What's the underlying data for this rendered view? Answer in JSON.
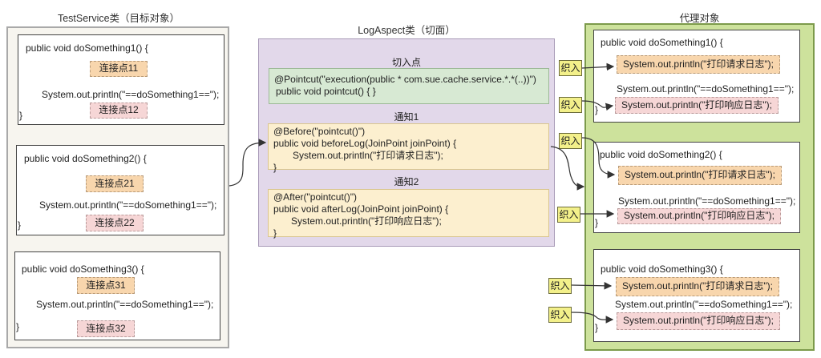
{
  "left": {
    "title": "TestService类（目标对象）",
    "methods": [
      {
        "signature": "public void doSomething1() {",
        "before_jp": "连接点11",
        "body": "System.out.println(\"==doSomething1==\");",
        "after_jp": "连接点12",
        "close": "}"
      },
      {
        "signature": "public void doSomething2() {",
        "before_jp": "连接点21",
        "body": "System.out.println(\"==doSomething1==\");",
        "after_jp": "连接点22",
        "close": "}"
      },
      {
        "signature": "public void doSomething3() {",
        "before_jp": "连接点31",
        "body": "System.out.println(\"==doSomething1==\");",
        "after_jp": "连接点32",
        "close": "}"
      }
    ]
  },
  "middle": {
    "title": "LogAspect类（切面）",
    "pointcut": {
      "label": "切入点",
      "lines": [
        "@Pointcut(\"execution(public * com.sue.cache.service.*.*(..))\")",
        "public void pointcut() { }"
      ]
    },
    "advice1": {
      "label": "通知1",
      "lines": [
        "@Before(\"pointcut()\")",
        "public void beforeLog(JoinPoint joinPoint) {",
        "System.out.println(\"打印请求日志\");",
        "}"
      ]
    },
    "advice2": {
      "label": "通知2",
      "lines": [
        "@After(\"pointcut()\")",
        "public void afterLog(JoinPoint joinPoint) {",
        "System.out.println(\"打印响应日志\");",
        "}"
      ]
    }
  },
  "right": {
    "title": "代理对象",
    "weave_label": "织入",
    "methods": [
      {
        "signature": "public void doSomething1() {",
        "before": "System.out.println(\"打印请求日志\");",
        "body": "System.out.println(\"==doSomething1==\");",
        "after": "System.out.println(\"打印响应日志\");",
        "close": "}"
      },
      {
        "signature": "public void doSomething2() {",
        "before": "System.out.println(\"打印请求日志\");",
        "body": "System.out.println(\"==doSomething1==\");",
        "after": "System.out.println(\"打印响应日志\");",
        "close": "}"
      },
      {
        "signature": "public void doSomething3() {",
        "before": "System.out.println(\"打印请求日志\");",
        "body": "System.out.println(\"==doSomething1==\");",
        "after": "System.out.println(\"打印响应日志\");",
        "close": "}"
      }
    ]
  },
  "colors": {
    "target_panel": "#f7f5ef",
    "aspect_panel": "#e2d8ea",
    "proxy_panel": "#cde29c",
    "pointcut_box": "#d7e9d3",
    "advice_box": "#fcefcf",
    "before_joinpoint": "#f8d6ad",
    "after_joinpoint": "#f6d6d6",
    "weave_tag": "#f3f08a"
  }
}
